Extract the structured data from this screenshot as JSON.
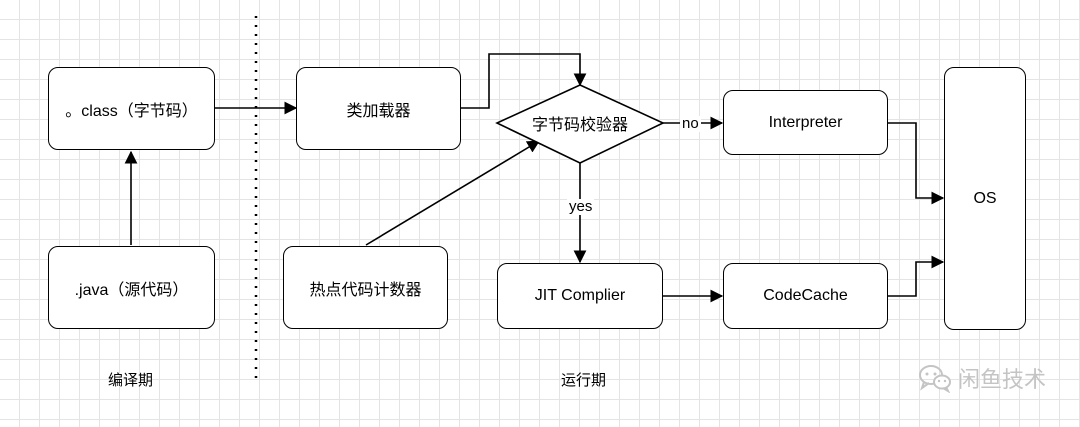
{
  "nodes": {
    "class_file": "。class（字节码）",
    "java_source": ".java（源代码）",
    "class_loader": "类加载器",
    "hotspot_counter": "热点代码计数器",
    "bytecode_verifier": "字节码校验器",
    "interpreter": "Interpreter",
    "jit_compiler": "JIT Complier",
    "code_cache": "CodeCache",
    "os": "OS"
  },
  "edge_labels": {
    "no": "no",
    "yes": "yes"
  },
  "phases": {
    "compile": "编译期",
    "runtime": "运行期"
  },
  "watermark": "闲鱼技术"
}
